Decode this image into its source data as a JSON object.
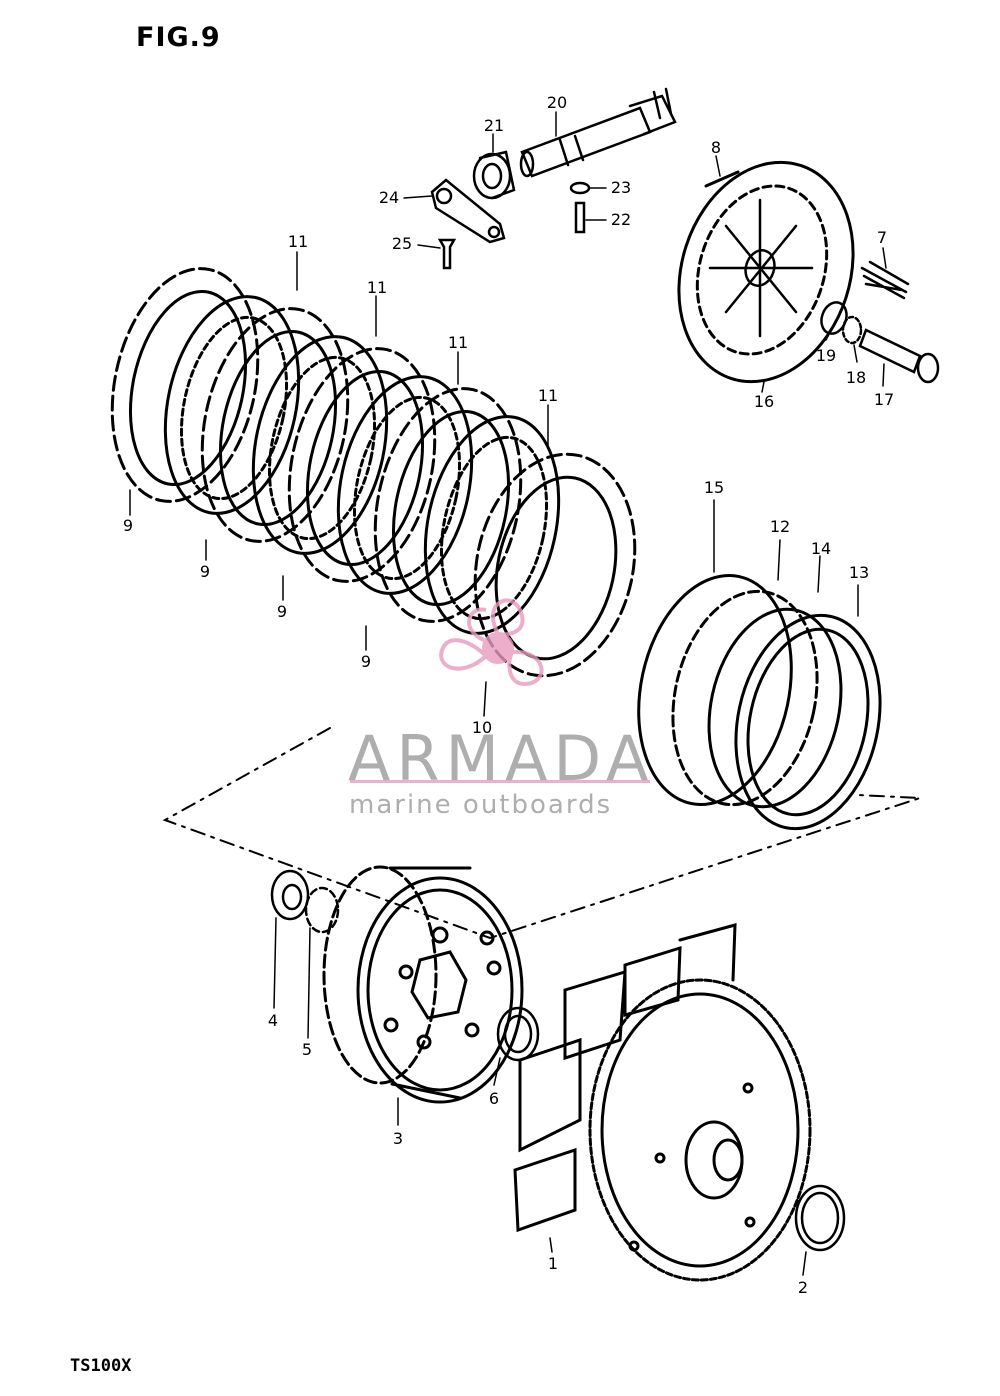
{
  "figure": {
    "title": "FIG.9",
    "model": "TS100X"
  },
  "watermark": {
    "name": "ARMADA",
    "tagline": "marine outboards",
    "accent_color": "#e89abd"
  },
  "callouts": {
    "c1": "1",
    "c2": "2",
    "c3": "3",
    "c4": "4",
    "c5": "5",
    "c6": "6",
    "c7": "7",
    "c8": "8",
    "c9a": "9",
    "c9b": "9",
    "c9c": "9",
    "c9d": "9",
    "c10": "10",
    "c11a": "11",
    "c11b": "11",
    "c11c": "11",
    "c11d": "11",
    "c12": "12",
    "c13": "13",
    "c14": "14",
    "c15": "15",
    "c16": "16",
    "c17": "17",
    "c18": "18",
    "c19": "19",
    "c20": "20",
    "c21": "21",
    "c22": "22",
    "c23": "23",
    "c24": "24",
    "c25": "25"
  }
}
